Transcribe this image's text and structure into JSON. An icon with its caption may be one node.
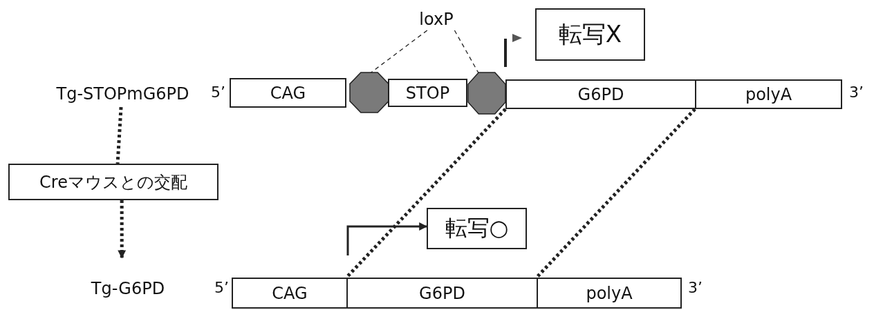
{
  "diagram": {
    "nodes": [
      {
        "text": [
          "Tg-STOPmG6PD"
        ]
      },
      {
        "text": [
          "CAG"
        ]
      },
      {
        "text": [],
        "shape": "octagon"
      },
      {
        "text": [
          "STOP"
        ]
      },
      {
        "text": [],
        "shape": "octagon"
      },
      {
        "text": [
          "G6PD"
        ]
      },
      {
        "text": [
          "polyA"
        ]
      },
      {
        "text": [
          "loxP"
        ]
      },
      {
        "text": [
          "転写X"
        ]
      },
      {
        "text": [
          "Creマウスとの交配"
        ]
      },
      {
        "text": [
          "Tg-G6PD"
        ]
      },
      {
        "text": [
          "CAG"
        ]
      },
      {
        "text": [
          "G6PD"
        ]
      },
      {
        "text": [
          "polyA"
        ]
      },
      {
        "text": [
          "転写○"
        ]
      }
    ],
    "edges": [
      {
        "from": 7,
        "to": 2,
        "arrow": "none",
        "style": "dashed"
      },
      {
        "from": 7,
        "to": 4,
        "arrow": "none",
        "style": "dashed"
      },
      {
        "from": 0,
        "to": 9,
        "arrow": "none",
        "style": "dashed"
      },
      {
        "from": 9,
        "to": 10,
        "arrow": "to",
        "style": "dashed"
      },
      {
        "from": 5,
        "to": 12,
        "arrow": "none",
        "style": "dashed"
      },
      {
        "from": 6,
        "to": 13,
        "arrow": "none",
        "style": "dashed"
      },
      {
        "from": 11,
        "to": 14,
        "arrow": "to"
      }
    ],
    "labels": [
      "5’",
      "3’",
      "5’",
      "3’"
    ]
  }
}
